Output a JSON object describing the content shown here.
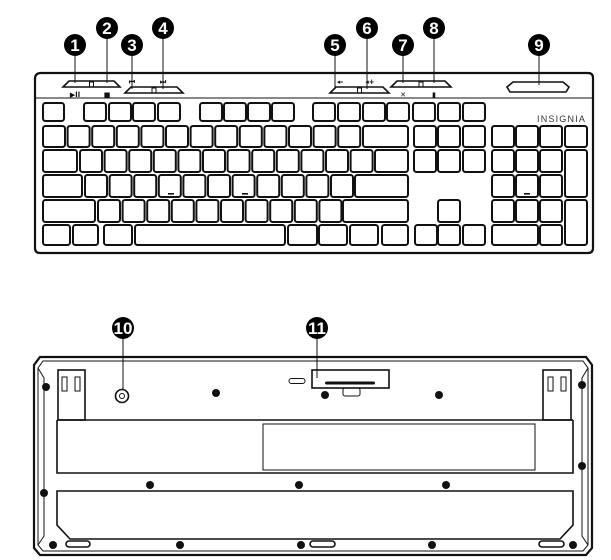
{
  "top_view": {
    "logo": "INSIGNIA",
    "media_keys": [
      {
        "callout": "1",
        "icon": "play-pause-icon",
        "glyph": "▶ll"
      },
      {
        "callout": "2",
        "icon": "stop-icon",
        "glyph": "■"
      },
      {
        "callout": "3",
        "icon": "previous-track-icon",
        "glyph": "⏮"
      },
      {
        "callout": "4",
        "icon": "next-track-icon",
        "glyph": "⏭"
      },
      {
        "callout": "5",
        "icon": "volume-down-icon",
        "glyph": "◂-"
      },
      {
        "callout": "6",
        "icon": "volume-up-icon",
        "glyph": "◂+"
      },
      {
        "callout": "7",
        "icon": "mute-icon",
        "glyph": "✕"
      },
      {
        "callout": "8",
        "icon": "battery-indicator-icon",
        "glyph": "▮"
      },
      {
        "callout": "9",
        "icon": "status-panel-icon",
        "glyph": ""
      }
    ]
  },
  "bottom_view": {
    "callouts": [
      {
        "callout": "10",
        "icon": "power-switch-icon"
      },
      {
        "callout": "11",
        "icon": "battery-cover-icon"
      }
    ]
  },
  "colors": {
    "line": "#111111",
    "callout_fill": "#000000",
    "background": "#ffffff"
  }
}
